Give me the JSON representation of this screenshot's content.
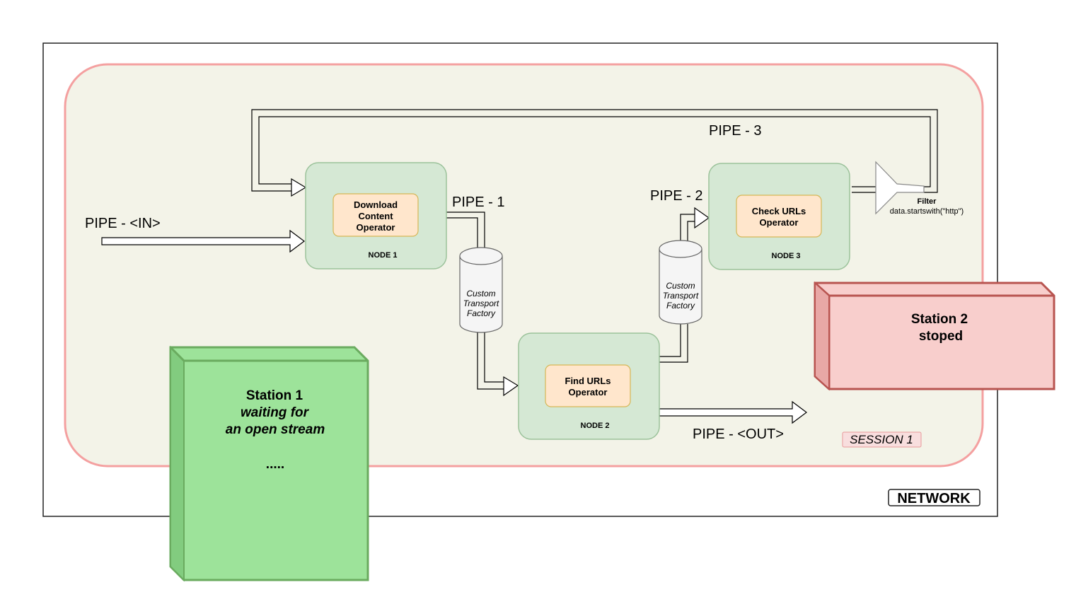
{
  "labels": {
    "network": "NETWORK",
    "session": "SESSION 1",
    "pipe_in": "PIPE - <IN>",
    "pipe_1": "PIPE - 1",
    "pipe_2": "PIPE - 2",
    "pipe_3": "PIPE - 3",
    "pipe_out": "PIPE - <OUT>"
  },
  "nodes": {
    "node1": {
      "name": "NODE 1",
      "operator": [
        "Download",
        "Content",
        "Operator"
      ]
    },
    "node2": {
      "name": "NODE 2",
      "operator": [
        "Find URLs",
        "Operator"
      ]
    },
    "node3": {
      "name": "NODE 3",
      "operator": [
        "Check URLs",
        "Operator"
      ]
    }
  },
  "transports": [
    {
      "lines": [
        "Custom",
        "Transport",
        "Factory"
      ]
    },
    {
      "lines": [
        "Custom",
        "Transport",
        "Factory"
      ]
    }
  ],
  "filter": {
    "title": "Filter",
    "expression": "data.startswith(\"http\")"
  },
  "stations": {
    "station1": {
      "title": "Station 1",
      "status": [
        "waiting for",
        "an open stream"
      ],
      "more": "....."
    },
    "station2": {
      "title": "Station 2",
      "status": "stoped"
    }
  },
  "colors": {
    "session_fill": "#f3f3e8",
    "session_border": "#f4a0a0",
    "node_fill": "#d5e8d4",
    "node_border": "#9bc29a",
    "operator_fill": "#ffe6cc",
    "operator_border": "#d6b656",
    "station1_fill": "#9de39a",
    "station1_border": "#6aab5f",
    "station2_fill": "#f8cecc",
    "station2_border": "#b85450"
  }
}
